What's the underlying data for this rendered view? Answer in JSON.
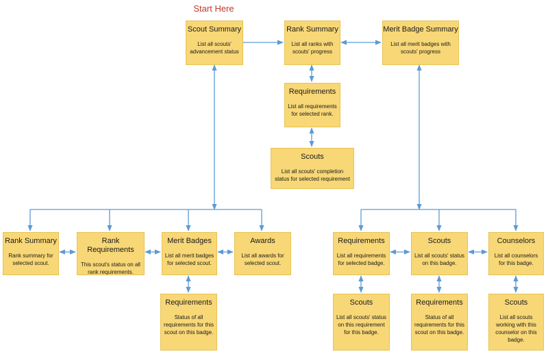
{
  "start_label": "Start Here",
  "nodes": {
    "scout_summary": {
      "title": "Scout Summary",
      "desc": "List all scouts' advancement status"
    },
    "rank_summary_top": {
      "title": "Rank Summary",
      "desc": "List all ranks with scouts' progress"
    },
    "merit_badge_summary": {
      "title": "Merit Badge Summary",
      "desc": "List all merit badges with scouts' progress"
    },
    "rank_requirements_list": {
      "title": "Requirements",
      "desc": "List all requirements for selected rank."
    },
    "rank_requirement_scouts": {
      "title": "Scouts",
      "desc": "List all scouts' completion status for selected requirement"
    },
    "scout_rank_summary": {
      "title": "Rank Summary",
      "desc": "Rank summary for selected scout."
    },
    "scout_rank_requirements": {
      "title": "Rank Requirements",
      "desc": "This scout's status on all rank requirements."
    },
    "scout_merit_badges": {
      "title": "Merit Badges",
      "desc": "List all merit badges for selected scout."
    },
    "scout_awards": {
      "title": "Awards",
      "desc": "List all awards for selected scout."
    },
    "scout_badge_requirements": {
      "title": "Requirements",
      "desc": "Status of all requirements for this scout on this badge."
    },
    "badge_requirements": {
      "title": "Requirements",
      "desc": "List all requirements for selected badge."
    },
    "badge_scouts": {
      "title": "Scouts",
      "desc": "List all scouts' status on this badge."
    },
    "badge_counselors": {
      "title": "Counselors",
      "desc": "List all counselors for this badge."
    },
    "badge_requirement_scouts": {
      "title": "Scouts",
      "desc": "List all scouts' status on this requirement for this badge."
    },
    "badge_scout_requirements": {
      "title": "Requirements",
      "desc": "Status of all requirements for this scout on this badge."
    },
    "counselor_scouts": {
      "title": "Scouts",
      "desc": "List all scouts working with this counselor on this badge."
    }
  }
}
